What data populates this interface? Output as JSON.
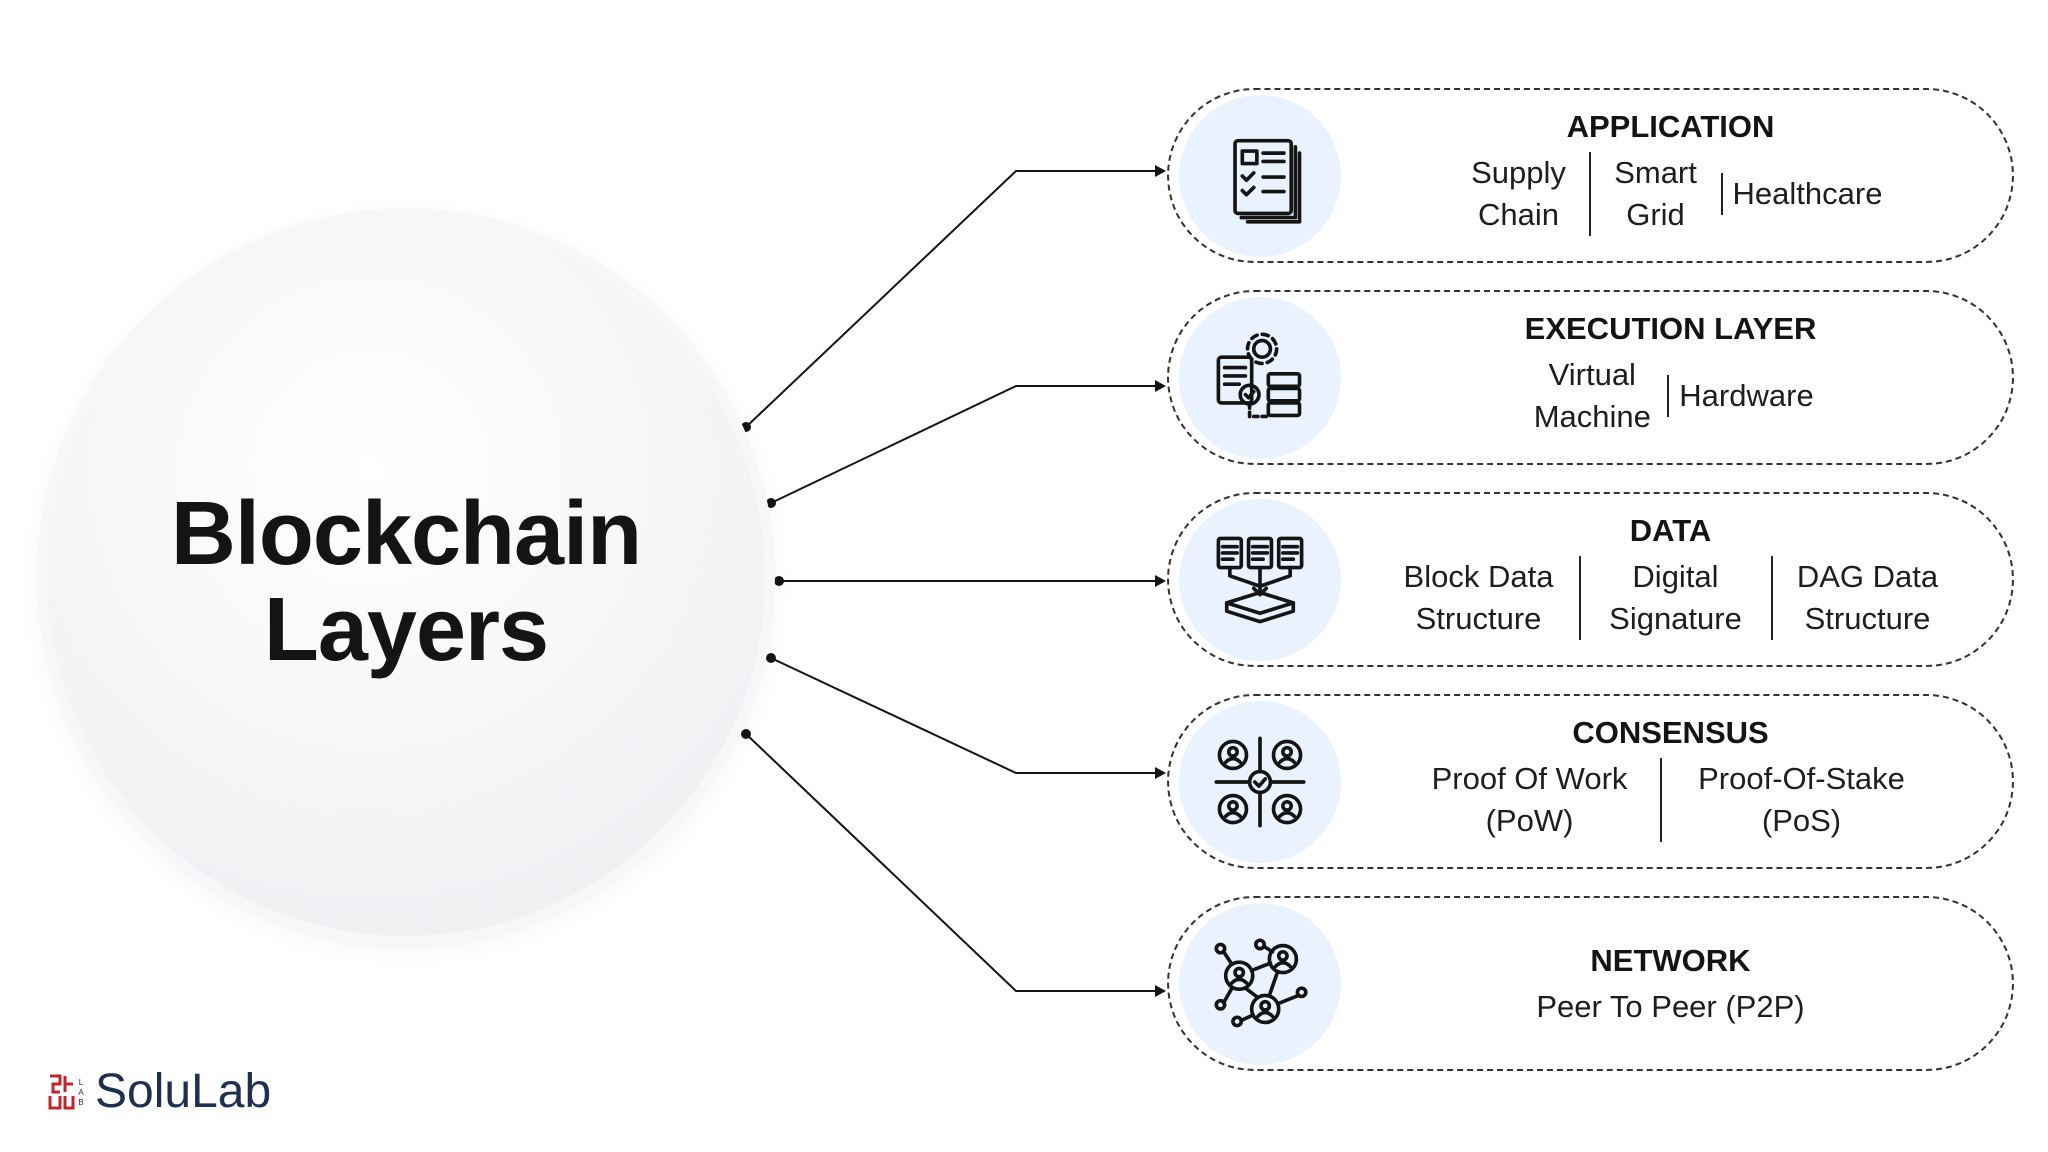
{
  "hub": {
    "title_line1": "Blockchain",
    "title_line2": "Layers"
  },
  "layers": [
    {
      "title": "APPLICATION",
      "icon": "checklist-document-icon",
      "items": [
        "Supply Chain",
        "Smart Grid",
        "Healthcare"
      ]
    },
    {
      "title": "EXECUTION LAYER",
      "icon": "gear-document-server-icon",
      "items": [
        "Virtual Machine",
        "Hardware"
      ]
    },
    {
      "title": "DATA",
      "icon": "documents-into-storage-icon",
      "items": [
        "Block Data Structure",
        "Digital Signature",
        "DAG Data Structure"
      ]
    },
    {
      "title": "CONSENSUS",
      "icon": "users-agreement-icon",
      "items": [
        "Proof Of Work (PoW)",
        "Proof-Of-Stake (PoS)"
      ]
    },
    {
      "title": "NETWORK",
      "icon": "peer-network-icon",
      "items": [
        "Peer To Peer (P2P)"
      ]
    }
  ],
  "logo": {
    "text": "SoluLab",
    "brand_color": "#c0262d",
    "text_color": "#1e2f4f"
  },
  "colors": {
    "icon_bg": "#e9f2fd",
    "line": "#141414",
    "hub_bg": "#f2f3f5"
  }
}
